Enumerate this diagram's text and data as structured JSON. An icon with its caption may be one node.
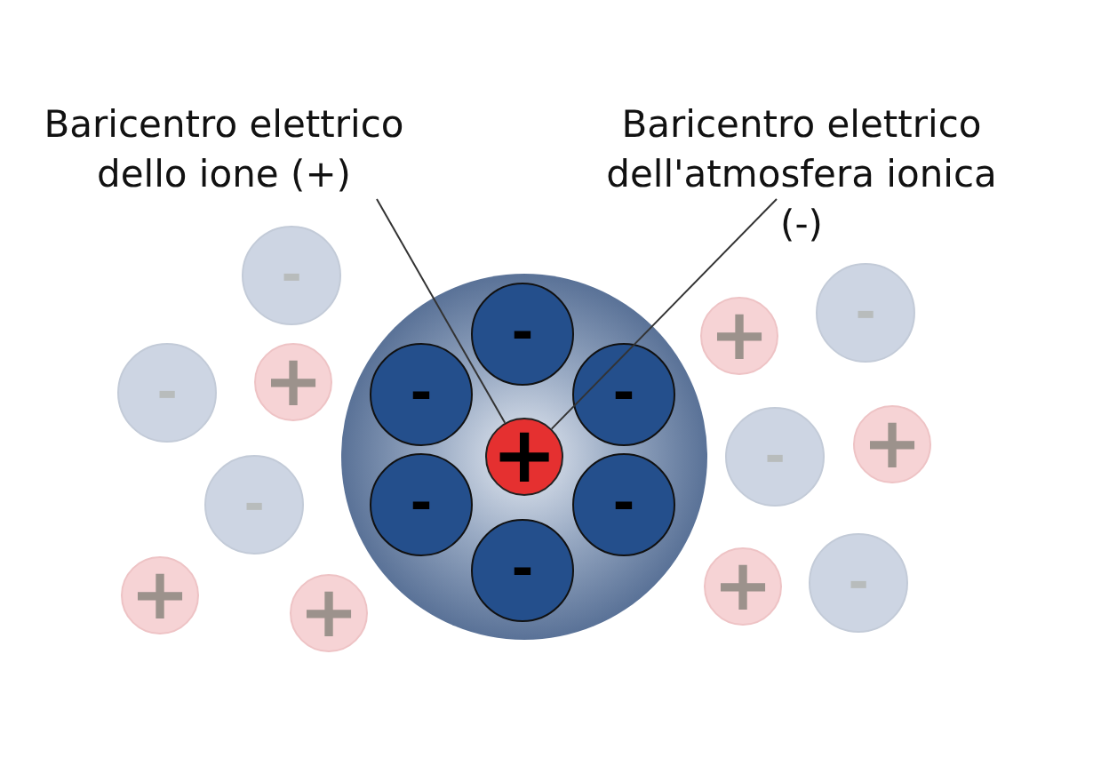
{
  "diagram": {
    "nodes": [
      {
        "text": [
          "Baricentro elettrico dello ione (+)"
        ]
      },
      {
        "text": [
          "Baricentro elettrico dell'atmosfera ionica (-)"
        ]
      },
      {
        "text": [],
        "shape": "circle"
      },
      {
        "text": [
          "-"
        ],
        "in": 2
      },
      {
        "text": [
          "-"
        ],
        "in": 2
      },
      {
        "text": [
          "+"
        ],
        "in": 2
      },
      {
        "text": [
          "-"
        ],
        "in": 2
      },
      {
        "text": [
          "-"
        ],
        "in": 2
      },
      {
        "text": [
          "-"
        ],
        "in": 2
      },
      {
        "text": [
          "-"
        ],
        "in": 2
      },
      {
        "text": [
          "-"
        ]
      },
      {
        "text": [
          "-"
        ]
      },
      {
        "text": [
          "+"
        ]
      },
      {
        "text": [
          "-"
        ]
      },
      {
        "text": [
          "+"
        ]
      },
      {
        "text": [
          "+"
        ]
      },
      {
        "text": [
          "+"
        ]
      },
      {
        "text": [
          "-"
        ]
      },
      {
        "text": [
          "-"
        ]
      },
      {
        "text": [
          "+"
        ]
      },
      {
        "text": [
          "+"
        ]
      },
      {
        "text": [
          "-"
        ]
      }
    ],
    "edges": [
      {
        "from": 0,
        "to": 5,
        "arrow": "none"
      },
      {
        "from": 1,
        "to": 5,
        "arrow": "none"
      }
    ]
  }
}
